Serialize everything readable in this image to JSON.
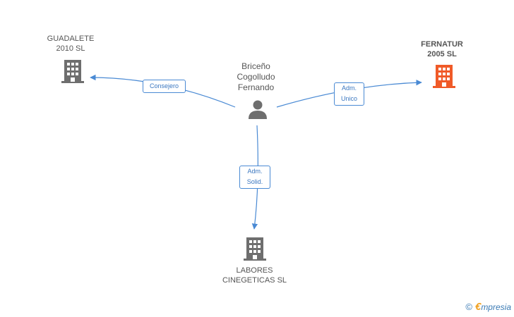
{
  "nodes": {
    "person": {
      "label": "Briceño\nCogolludo\nFernando",
      "icon": "person-icon"
    },
    "guadalete": {
      "label": "GUADALETE\n2010 SL",
      "icon": "building-icon",
      "color": "#6e6e6e"
    },
    "fernatur": {
      "label": "FERNATUR\n2005 SL",
      "icon": "building-icon",
      "color": "#f05a28"
    },
    "labores": {
      "label": "LABORES\nCINEGETICAS SL",
      "icon": "building-icon",
      "color": "#6e6e6e"
    }
  },
  "relations": {
    "guadalete": "Consejero",
    "fernatur": "Adm.\nUnico",
    "labores": "Adm.\nSolid."
  },
  "colors": {
    "edge": "#4a8ad4",
    "node_gray": "#6e6e6e",
    "focus": "#f05a28"
  },
  "brand": {
    "copyright": "©",
    "logo_initial": "€",
    "logo_rest": "mpresia"
  }
}
